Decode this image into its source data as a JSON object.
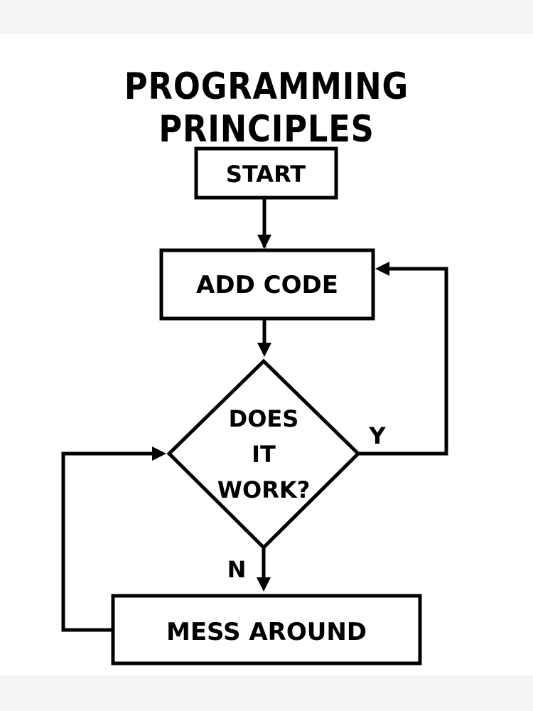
{
  "title": "PROGRAMMING PRINCIPLES",
  "nodes": {
    "start": "START",
    "add_code": "ADD CODE",
    "decision": [
      "DOES",
      "IT",
      "WORK?"
    ],
    "mess_around": "MESS AROUND"
  },
  "edges": {
    "yes": "Y",
    "no": "N"
  },
  "colors": {
    "stroke": "#000000",
    "background": "#ffffff",
    "frame": "#f4f4f4"
  }
}
